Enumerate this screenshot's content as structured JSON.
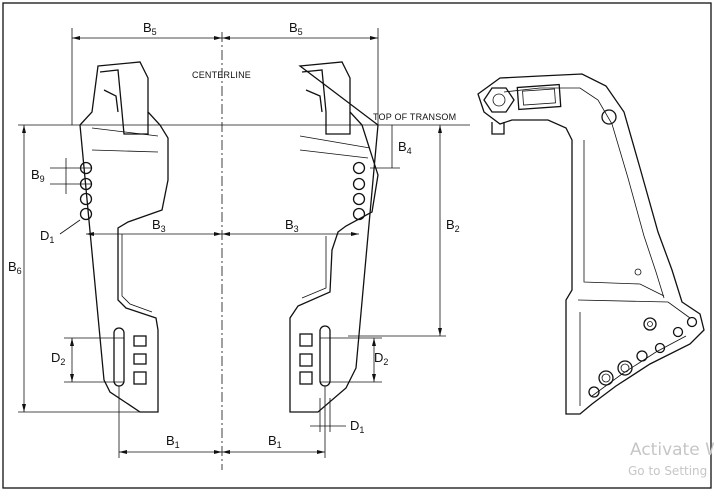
{
  "labels": {
    "b5_left": {
      "main": "B",
      "sub": "5"
    },
    "b5_right": {
      "main": "B",
      "sub": "5"
    },
    "centerline": "CENTERLINE",
    "top_of_transom": "TOP OF TRANSOM",
    "b4": {
      "main": "B",
      "sub": "4"
    },
    "b9": {
      "main": "B",
      "sub": "9"
    },
    "d1_left": {
      "main": "D",
      "sub": "1"
    },
    "b3_left": {
      "main": "B",
      "sub": "3"
    },
    "b3_right": {
      "main": "B",
      "sub": "3"
    },
    "b2": {
      "main": "B",
      "sub": "2"
    },
    "b6": {
      "main": "B",
      "sub": "6"
    },
    "d2_left": {
      "main": "D",
      "sub": "2"
    },
    "d2_right": {
      "main": "D",
      "sub": "2"
    },
    "b1_left": {
      "main": "B",
      "sub": "1"
    },
    "b1_right": {
      "main": "B",
      "sub": "1"
    },
    "d1_right": {
      "main": "D",
      "sub": "1"
    }
  },
  "watermark": {
    "title": "Activate W",
    "subtitle": "Go to Setting"
  },
  "colors": {
    "line": "#111111",
    "background": "#ffffff",
    "watermark": "#c6c6c6"
  }
}
